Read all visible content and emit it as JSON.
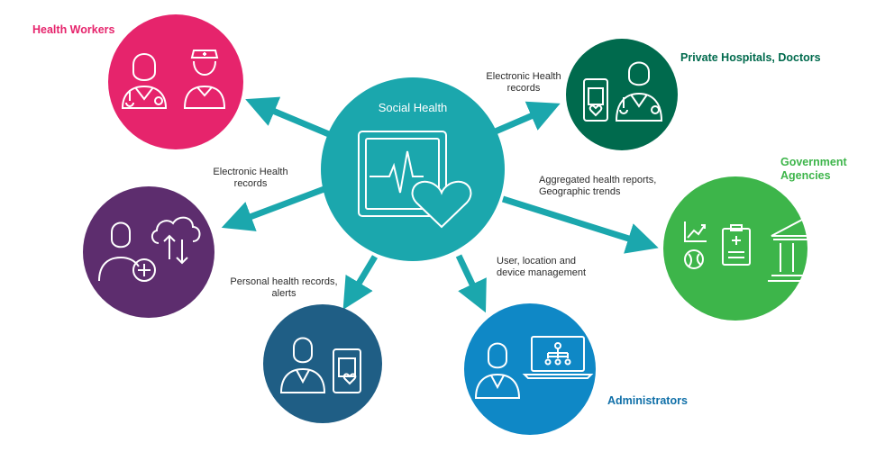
{
  "center": {
    "title": "Social Health",
    "color": "#1ba7ad"
  },
  "nodes": {
    "health_workers": {
      "title": "Health Workers",
      "color": "#e6246c",
      "title_color": "#e6246c"
    },
    "private_hospitals": {
      "title": "Private Hospitals, Doctors",
      "color": "#006a4d",
      "title_color": "#006a4d"
    },
    "government": {
      "title": "Government\nAgencies",
      "color": "#3db54a",
      "title_color": "#3db54a"
    },
    "patients": {
      "color": "#5d2d6e"
    },
    "mobile_users": {
      "color": "#1f5e85"
    },
    "administrators": {
      "title": "Administrators",
      "color": "#0f88c6",
      "title_color": "#0f6fa8"
    }
  },
  "edges": {
    "to_private_hospitals": "Electronic Health\nrecords",
    "to_patients": "Electronic Health\nrecords",
    "to_government": "Aggregated health reports,\nGeographic trends",
    "to_mobile_users": "Personal health records,\nalerts",
    "to_administrators": "User, location and\ndevice management"
  },
  "icons": {
    "center": "heart-monitor-icon",
    "health_workers": [
      "doctor-icon",
      "nurse-icon"
    ],
    "private_hospitals": [
      "tablet-health-icon",
      "doctor-icon"
    ],
    "government": [
      "chart-growth-icon",
      "globe-icon",
      "clipboard-icon",
      "government-building-icon"
    ],
    "patients": [
      "add-user-icon",
      "cloud-sync-icon"
    ],
    "mobile_users": [
      "person-icon",
      "mobile-health-icon"
    ],
    "administrators": [
      "person-icon",
      "laptop-org-chart-icon"
    ]
  },
  "arrow_color": "#1ba7ad"
}
